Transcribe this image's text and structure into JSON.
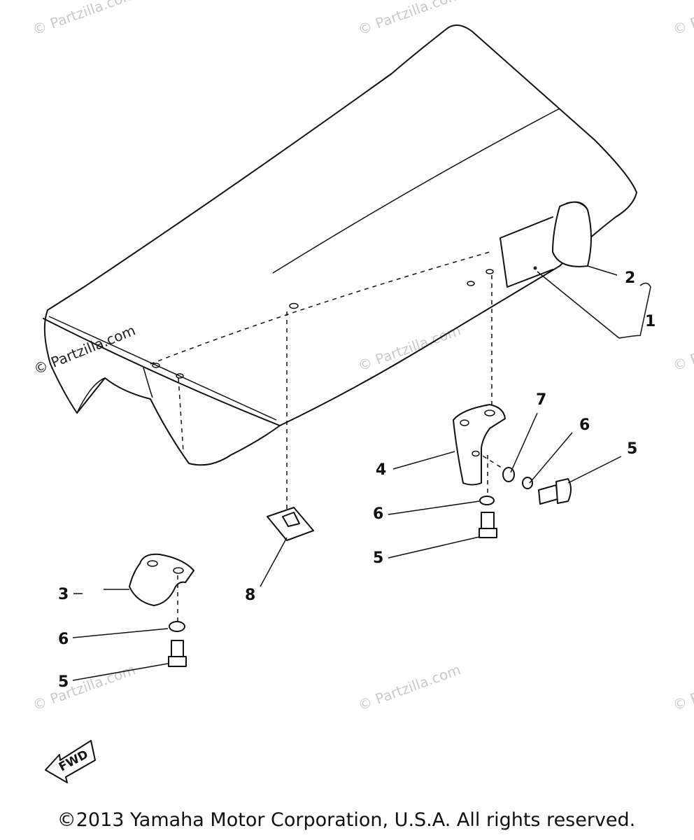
{
  "watermarks": {
    "text": "© Partzilla.com",
    "text_short": "© Partz"
  },
  "callouts": {
    "seat": "1",
    "strap": "2",
    "bracket_front": "3",
    "bracket_rear": "4",
    "bolt": "5",
    "washer_lock": "6",
    "washer_plain": "7",
    "nut_clip": "8"
  },
  "fwd_label": "FWD",
  "copyright": "©2013 Yamaha Motor Corporation, U.S.A. All rights reserved."
}
